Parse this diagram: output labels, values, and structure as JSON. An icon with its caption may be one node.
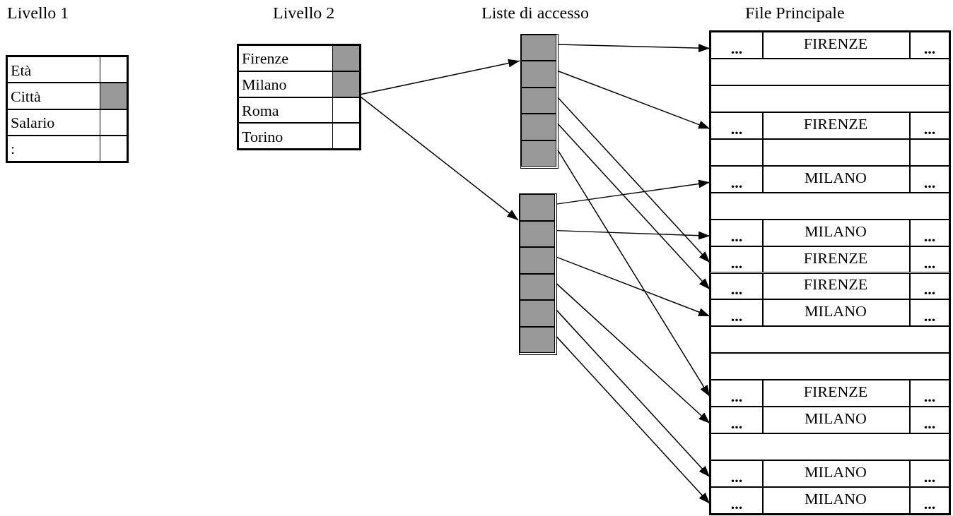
{
  "diagram": {
    "nodes": [
      {
        "text": [],
        "shape": "table"
      },
      {
        "text": [
          "Età"
        ],
        "in": 0
      },
      {
        "text": [
          "Città"
        ],
        "in": 0
      },
      {
        "text": [
          "Salario"
        ],
        "in": 0
      },
      {
        "text": [
          ":"
        ],
        "in": 0
      },
      {
        "text": [],
        "shape": "table"
      },
      {
        "text": [
          "Firenze"
        ],
        "in": 5
      },
      {
        "text": [
          "Milano"
        ],
        "in": 5
      },
      {
        "text": [
          "Roma"
        ],
        "in": 5
      },
      {
        "text": [
          "Torino"
        ],
        "in": 5
      },
      {
        "text": [],
        "shape": "box"
      },
      {
        "text": [],
        "shape": "box",
        "in": 10
      },
      {
        "text": [],
        "shape": "box",
        "in": 10
      },
      {
        "text": [],
        "shape": "box",
        "in": 10
      },
      {
        "text": [],
        "shape": "box",
        "in": 10
      },
      {
        "text": [],
        "shape": "box",
        "in": 10
      },
      {
        "text": [],
        "shape": "box"
      },
      {
        "text": [],
        "shape": "box",
        "in": 16
      },
      {
        "text": [],
        "shape": "box",
        "in": 16
      },
      {
        "text": [],
        "shape": "box",
        "in": 16
      },
      {
        "text": [],
        "shape": "box",
        "in": 16
      },
      {
        "text": [],
        "shape": "box",
        "in": 16
      },
      {
        "text": [],
        "shape": "box",
        "in": 16
      },
      {
        "text": [],
        "shape": "table"
      },
      {
        "text": [
          "...",
          "FIRENZE",
          "..."
        ],
        "in": 23
      },
      {
        "text": [],
        "shape": "box",
        "in": 23
      },
      {
        "text": [],
        "shape": "box",
        "in": 23
      },
      {
        "text": [
          "...",
          "FIRENZE",
          "..."
        ],
        "in": 23
      },
      {
        "text": [],
        "shape": "box",
        "in": 23
      },
      {
        "text": [
          "...",
          "MILANO",
          "..."
        ],
        "in": 23
      },
      {
        "text": [],
        "shape": "box",
        "in": 23
      },
      {
        "text": [
          "...",
          "MILANO",
          "..."
        ],
        "in": 23
      },
      {
        "text": [
          "...",
          "FIRENZE",
          "..."
        ],
        "in": 23
      },
      {
        "text": [
          "...",
          "FIRENZE",
          "..."
        ],
        "in": 23
      },
      {
        "text": [
          "...",
          "MILANO",
          "..."
        ],
        "in": 23
      },
      {
        "text": [],
        "shape": "box",
        "in": 23
      },
      {
        "text": [],
        "shape": "box",
        "in": 23
      },
      {
        "text": [
          "...",
          "FIRENZE",
          "..."
        ],
        "in": 23
      },
      {
        "text": [
          "...",
          "MILANO",
          "..."
        ],
        "in": 23
      },
      {
        "text": [],
        "shape": "box",
        "in": 23
      },
      {
        "text": [
          "...",
          "MILANO",
          "..."
        ],
        "in": 23
      },
      {
        "text": [
          "...",
          "MILANO",
          "..."
        ],
        "in": 23
      }
    ],
    "edges": [
      {
        "from": 7,
        "to": 10,
        "arrow": "to"
      },
      {
        "from": 7,
        "to": 16,
        "arrow": "to"
      },
      {
        "from": 11,
        "to": 24,
        "arrow": "to"
      },
      {
        "from": 12,
        "to": 27,
        "arrow": "to"
      },
      {
        "from": 13,
        "to": 32,
        "arrow": "to"
      },
      {
        "from": 14,
        "to": 33,
        "arrow": "to"
      },
      {
        "from": 15,
        "to": 37,
        "arrow": "to"
      },
      {
        "from": 17,
        "to": 29,
        "arrow": "to"
      },
      {
        "from": 18,
        "to": 31,
        "arrow": "to"
      },
      {
        "from": 19,
        "to": 34,
        "arrow": "to"
      },
      {
        "from": 20,
        "to": 38,
        "arrow": "to"
      },
      {
        "from": 21,
        "to": 40,
        "arrow": "to"
      },
      {
        "from": 22,
        "to": 41,
        "arrow": "to"
      }
    ],
    "labels": [
      "Livello 1",
      "Livello 2",
      "Liste di accesso",
      "File Principale"
    ]
  }
}
